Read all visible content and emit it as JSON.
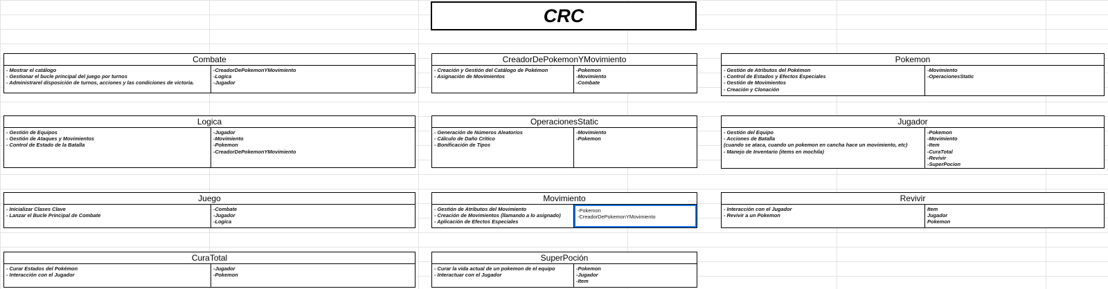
{
  "title": "CRC",
  "cards": {
    "combate": {
      "name": "Combate",
      "responsibilities": [
        "- Mostrar el catálogo",
        "- Gestionar el bucle principal del juego por turnos",
        "- Administrarel disposición de turnos, acciones y las condiciones de victoria."
      ],
      "collaborators": [
        "-CreadorDePokemonYMovimiento",
        "-Logica",
        "-Jugador"
      ]
    },
    "creador": {
      "name": "CreadorDePokemonYMovimiento",
      "responsibilities": [
        "- Creación y Gestión del Catálogo de Pokémon",
        "- Asignación de Movimientos"
      ],
      "collaborators": [
        "-Pokemon",
        "-Movimiento",
        "-Combate"
      ]
    },
    "pokemon": {
      "name": "Pokemon",
      "responsibilities": [
        "- Gestión de Atributos del Pokémon",
        "- Control de Estados y Efectos Especiales",
        "- Gestión de Movimientos",
        "- Creación y Clonación"
      ],
      "collaborators": [
        "-Movimiento",
        "-OperacionesStatic"
      ]
    },
    "logica": {
      "name": "Logica",
      "responsibilities": [
        "- Gestión de Equipos",
        "- Gestión de Ataques y Movimientos",
        "- Control de Estado de la Batalla"
      ],
      "collaborators": [
        "-Jugador",
        "-Movimiento",
        "-Pokemon",
        "-CreadorDePokemonYMovimiento"
      ]
    },
    "operaciones": {
      "name": "OperacionesStatic",
      "responsibilities": [
        "- Generación de Números Aleatorios",
        "- Cálculo de Daño Crítico",
        "- Bonificación de Tipos"
      ],
      "collaborators": [
        "-Movimiento",
        "-Pokemon"
      ]
    },
    "jugador": {
      "name": "Jugador",
      "responsibilities": [
        "- Gestión del Equipo",
        "- Acciones de Batalla",
        "(cuando se ataca, cuando un pokemon en cancha hace un movimiento, etc)",
        "- Manejo de Inventario (items en mochila)"
      ],
      "collaborators": [
        "-Pokemon",
        "-Movimiento",
        "-Item",
        "-CuraTotal",
        "-Revivir",
        "-SuperPocion"
      ]
    },
    "juego": {
      "name": "Juego",
      "responsibilities": [
        "- Inicializar Clases Clave",
        "- Lanzar el Bucle Principal de Combate"
      ],
      "collaborators": [
        "-Combate",
        "-Jugador",
        "-Logica"
      ]
    },
    "movimiento": {
      "name": "Movimiento",
      "responsibilities": [
        "- Gestión de Atributos del Movimiento",
        "- Creación de Movimientos (llamando a lo asignado)",
        "- Aplicación de Efectos Especiales"
      ],
      "collaborators": [
        "-Pokemon",
        "-CreadorDePokemonYMovimiento"
      ]
    },
    "revivir": {
      "name": "Revivir",
      "responsibilities": [
        "- Interacción con el Jugador",
        "- Revivir a un Pokemon"
      ],
      "collaborators": [
        "Item",
        "Jugador",
        "Pokemon"
      ]
    },
    "curatotal": {
      "name": "CuraTotal",
      "responsibilities": [
        "- Curar Estados del Pokémon",
        "- Interacción con el Jugador"
      ],
      "collaborators": [
        "-Jugador",
        "-Pokemon"
      ]
    },
    "superpocion": {
      "name": "SuperPoción",
      "responsibilities": [
        "- Curar la vida actual de un pokemon de el equipo",
        "- Interactuar con el Jugador"
      ],
      "collaborators": [
        "-Pokemon",
        "-Jugador",
        "-Item"
      ]
    }
  }
}
